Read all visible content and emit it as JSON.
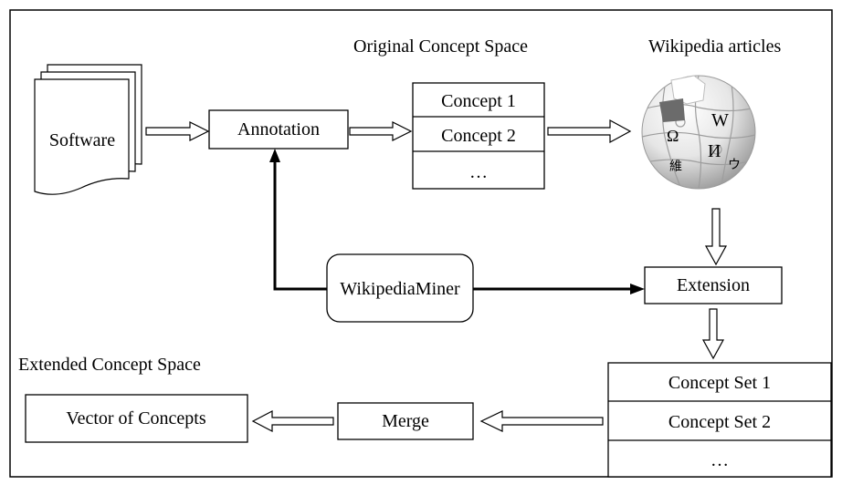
{
  "frame_border_color": "#000000",
  "labels": {
    "software": "Software",
    "annotation": "Annotation",
    "original_space_title": "Original Concept Space",
    "wikipedia_title": "Wikipedia articles",
    "concepts": [
      "Concept 1",
      "Concept 2",
      "…"
    ],
    "extension": "Extension",
    "wikipediaminer": "WikipediaMiner",
    "extended_space_title": "Extended Concept Space",
    "vector": "Vector of Concepts",
    "merge": "Merge",
    "concept_sets": [
      "Concept Set 1",
      "Concept Set 2",
      "…"
    ]
  },
  "wiki_globe": {
    "icon": "wikipedia-puzzle-globe-icon",
    "glyphs": [
      "W",
      "Ω",
      "И",
      "維",
      "ウ"
    ]
  },
  "colors": {
    "globe_light": "#f2f2f2",
    "globe_mid": "#cfcfcf",
    "globe_dark": "#8a8a8a",
    "globe_missing": "#6b6b6b"
  }
}
